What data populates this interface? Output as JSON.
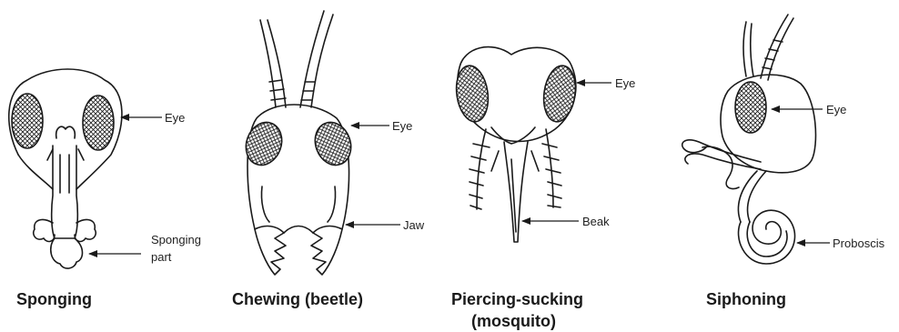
{
  "panels": [
    {
      "caption_lines": [
        "Sponging"
      ],
      "labels": [
        "Eye",
        "Sponging",
        "part"
      ]
    },
    {
      "caption_lines": [
        "Chewing (beetle)"
      ],
      "labels": [
        "Eye",
        "Jaw"
      ]
    },
    {
      "caption_lines": [
        "Piercing-sucking",
        "(mosquito)"
      ],
      "labels": [
        "Eye",
        "Beak"
      ]
    },
    {
      "caption_lines": [
        "Siphoning"
      ],
      "labels": [
        "Eye",
        "Proboscis"
      ]
    }
  ],
  "colors": {
    "ink": "#1a1a1a",
    "background": "#ffffff"
  }
}
